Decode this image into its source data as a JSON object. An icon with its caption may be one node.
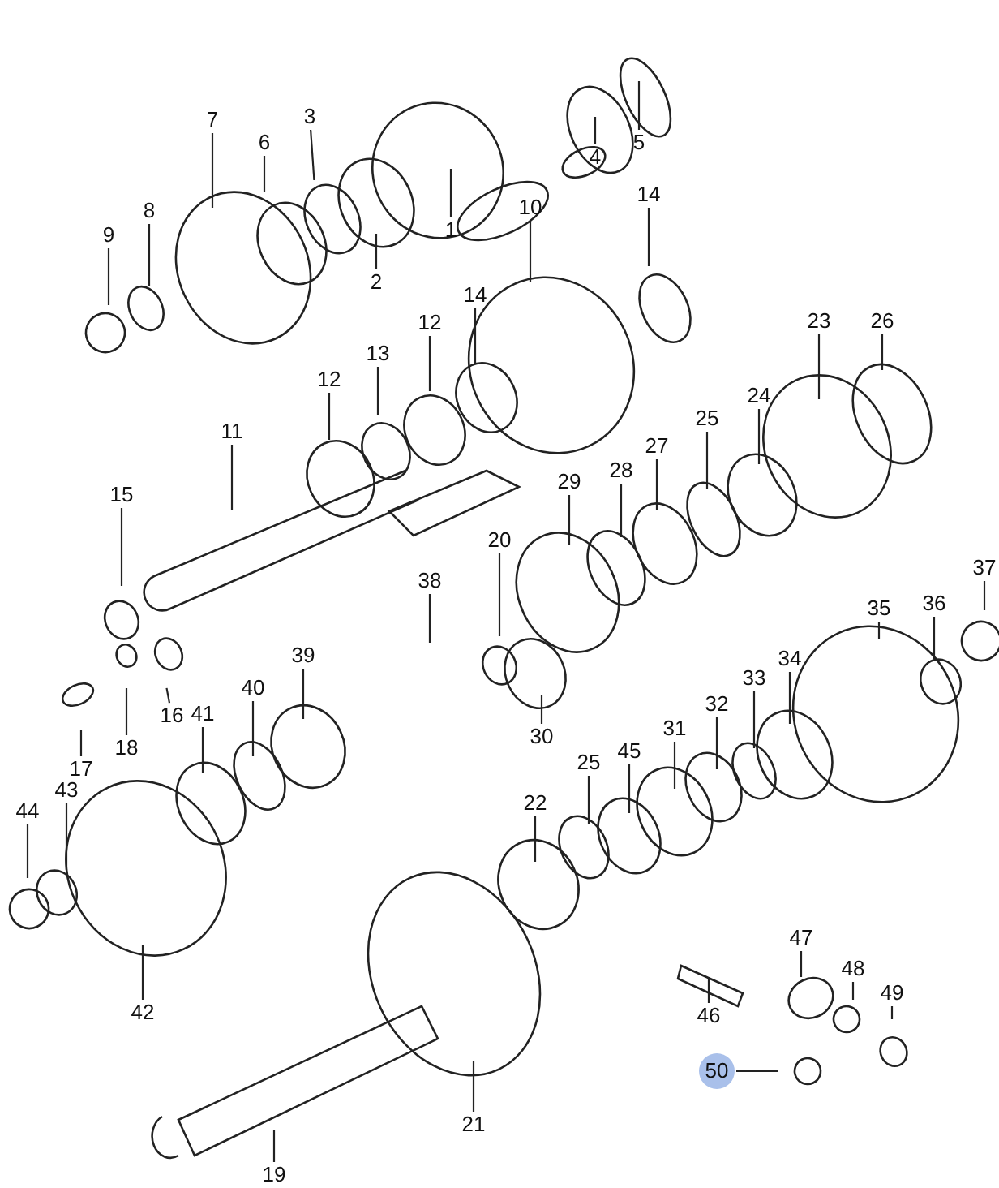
{
  "diagram": {
    "nodes": [
      {
        "text": [
          "7"
        ]
      },
      {
        "text": [
          "6"
        ]
      },
      {
        "text": [
          "3"
        ]
      },
      {
        "text": [
          "2"
        ]
      },
      {
        "text": [
          "1"
        ]
      },
      {
        "text": [
          "4"
        ]
      },
      {
        "text": [
          "5"
        ]
      },
      {
        "text": [
          "9"
        ]
      },
      {
        "text": [
          "8"
        ]
      },
      {
        "text": [
          "10"
        ]
      },
      {
        "text": [
          "14"
        ]
      },
      {
        "text": [
          "14"
        ]
      },
      {
        "text": [
          "12"
        ]
      },
      {
        "text": [
          "13"
        ]
      },
      {
        "text": [
          "12"
        ]
      },
      {
        "text": [
          "11"
        ]
      },
      {
        "text": [
          "15"
        ]
      },
      {
        "text": [
          "23"
        ]
      },
      {
        "text": [
          "26"
        ]
      },
      {
        "text": [
          "24"
        ]
      },
      {
        "text": [
          "25"
        ]
      },
      {
        "text": [
          "27"
        ]
      },
      {
        "text": [
          "28"
        ]
      },
      {
        "text": [
          "29"
        ]
      },
      {
        "text": [
          "20"
        ]
      },
      {
        "text": [
          "38"
        ]
      },
      {
        "text": [
          "30"
        ]
      },
      {
        "text": [
          "16"
        ]
      },
      {
        "text": [
          "18"
        ]
      },
      {
        "text": [
          "17"
        ]
      },
      {
        "text": [
          "39"
        ]
      },
      {
        "text": [
          "40"
        ]
      },
      {
        "text": [
          "41"
        ]
      },
      {
        "text": [
          "35"
        ]
      },
      {
        "text": [
          "36"
        ]
      },
      {
        "text": [
          "37"
        ]
      },
      {
        "text": [
          "34"
        ]
      },
      {
        "text": [
          "33"
        ]
      },
      {
        "text": [
          "32"
        ]
      },
      {
        "text": [
          "31"
        ]
      },
      {
        "text": [
          "45"
        ]
      },
      {
        "text": [
          "25"
        ]
      },
      {
        "text": [
          "22"
        ]
      },
      {
        "text": [
          "44"
        ]
      },
      {
        "text": [
          "43"
        ]
      },
      {
        "text": [
          "42"
        ]
      },
      {
        "text": [
          "21"
        ]
      },
      {
        "text": [
          "19"
        ]
      },
      {
        "text": [
          "46"
        ]
      },
      {
        "text": [
          "47"
        ]
      },
      {
        "text": [
          "48"
        ]
      },
      {
        "text": [
          "49"
        ]
      },
      {
        "text": [
          "50"
        ]
      }
    ],
    "edges": [
      {
        "from": 0,
        "to": null,
        "arrow": "none"
      },
      {
        "from": 1,
        "to": null,
        "arrow": "none"
      },
      {
        "from": 2,
        "to": null,
        "arrow": "none"
      },
      {
        "from": 3,
        "to": null,
        "arrow": "none"
      },
      {
        "from": 4,
        "to": null,
        "arrow": "none"
      },
      {
        "from": 5,
        "to": null,
        "arrow": "none"
      },
      {
        "from": 6,
        "to": null,
        "arrow": "none"
      },
      {
        "from": 7,
        "to": null,
        "arrow": "none"
      },
      {
        "from": 8,
        "to": null,
        "arrow": "none"
      },
      {
        "from": 9,
        "to": null,
        "arrow": "none"
      },
      {
        "from": 10,
        "to": null,
        "arrow": "none"
      },
      {
        "from": 11,
        "to": null,
        "arrow": "none"
      },
      {
        "from": 12,
        "to": null,
        "arrow": "none"
      },
      {
        "from": 13,
        "to": null,
        "arrow": "none"
      },
      {
        "from": 14,
        "to": null,
        "arrow": "none"
      },
      {
        "from": 15,
        "to": null,
        "arrow": "none"
      },
      {
        "from": 16,
        "to": null,
        "arrow": "none"
      },
      {
        "from": 17,
        "to": null,
        "arrow": "none"
      },
      {
        "from": 18,
        "to": null,
        "arrow": "none"
      },
      {
        "from": 19,
        "to": null,
        "arrow": "none"
      },
      {
        "from": 20,
        "to": null,
        "arrow": "none"
      },
      {
        "from": 21,
        "to": null,
        "arrow": "none"
      },
      {
        "from": 22,
        "to": null,
        "arrow": "none"
      },
      {
        "from": 23,
        "to": null,
        "arrow": "none"
      },
      {
        "from": 24,
        "to": null,
        "arrow": "none"
      },
      {
        "from": 25,
        "to": null,
        "arrow": "none"
      },
      {
        "from": 26,
        "to": null,
        "arrow": "none"
      },
      {
        "from": 27,
        "to": null,
        "arrow": "none"
      },
      {
        "from": 28,
        "to": null,
        "arrow": "none"
      },
      {
        "from": 29,
        "to": null,
        "arrow": "none"
      },
      {
        "from": 30,
        "to": null,
        "arrow": "none"
      },
      {
        "from": 31,
        "to": null,
        "arrow": "none"
      },
      {
        "from": 32,
        "to": null,
        "arrow": "none"
      },
      {
        "from": 33,
        "to": null,
        "arrow": "none"
      },
      {
        "from": 34,
        "to": null,
        "arrow": "none"
      },
      {
        "from": 35,
        "to": null,
        "arrow": "none"
      },
      {
        "from": 36,
        "to": null,
        "arrow": "none"
      },
      {
        "from": 37,
        "to": null,
        "arrow": "none"
      },
      {
        "from": 38,
        "to": null,
        "arrow": "none"
      },
      {
        "from": 39,
        "to": null,
        "arrow": "none"
      },
      {
        "from": 40,
        "to": null,
        "arrow": "none"
      },
      {
        "from": 41,
        "to": null,
        "arrow": "none"
      },
      {
        "from": 42,
        "to": null,
        "arrow": "none"
      },
      {
        "from": 43,
        "to": null,
        "arrow": "none"
      },
      {
        "from": 44,
        "to": null,
        "arrow": "none"
      },
      {
        "from": 45,
        "to": null,
        "arrow": "none"
      },
      {
        "from": 46,
        "to": null,
        "arrow": "none"
      },
      {
        "from": 47,
        "to": null,
        "arrow": "none"
      },
      {
        "from": 48,
        "to": null,
        "arrow": "none"
      },
      {
        "from": 49,
        "to": null,
        "arrow": "none"
      },
      {
        "from": 50,
        "to": null,
        "arrow": "none"
      },
      {
        "from": 51,
        "to": null,
        "arrow": "none"
      },
      {
        "from": 52,
        "to": null,
        "arrow": "none"
      }
    ]
  }
}
